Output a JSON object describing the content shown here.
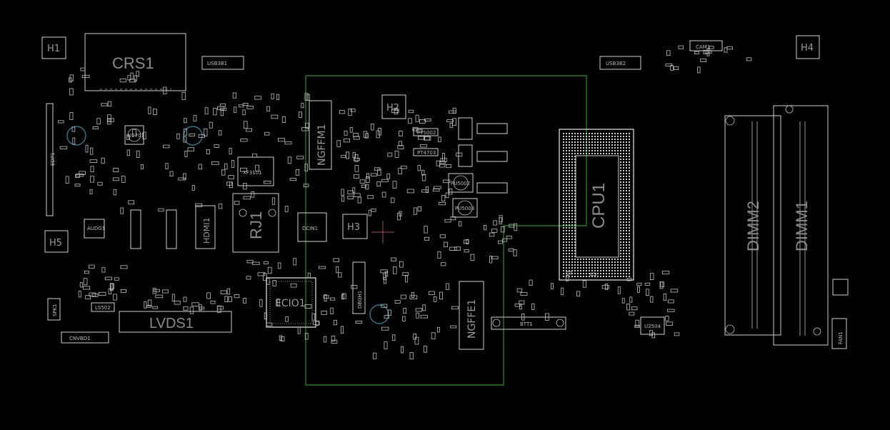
{
  "board": {
    "labels": {
      "crs1": "CRS1",
      "usb_b1": "USB3B1",
      "usb_b2": "USB3B2",
      "cam1": "CAM1",
      "h1": "H1",
      "h2": "H2",
      "h3": "H3",
      "h4": "H4",
      "h5": "H5",
      "ngffm1": "NGFFM1",
      "ngffe1": "NGFFE1",
      "xf3101": "XF3101",
      "rj1": "RJ1",
      "dcin1": "DCIN1",
      "hdmi1": "HDMI1",
      "ecio1": "ECIO1",
      "dbgh1": "DBGH1",
      "lvds1": "LVDS1",
      "cnvbd1": "CNVBD1",
      "ls502": "LS502",
      "btt1": "BTT1",
      "cpu1": "CPU1",
      "dimm1": "DIMM1",
      "dimm2": "DIMM2",
      "u2504": "U2504",
      "fan1": "FAN1",
      "u2701": "U2701",
      "audio1": "AUDG1",
      "pu5002": "PU5002",
      "pu5003": "PU5003",
      "pts002": "PTS002",
      "pts003": "PT4703",
      "spk1": "SPK1",
      "vccfan": "EDP1"
    }
  }
}
